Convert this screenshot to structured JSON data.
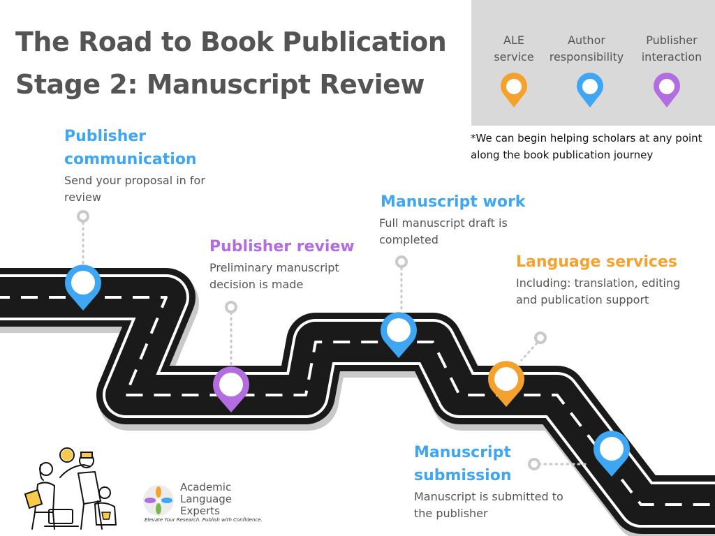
{
  "title": {
    "line1": "The Road to Book Publication",
    "line2": "Stage 2: Manuscript Review"
  },
  "legend": {
    "items": [
      {
        "label": "ALE\nservice",
        "color": "#f5a12e",
        "icon": "orange-pin-icon"
      },
      {
        "label": "Author\nresponsibility",
        "color": "#3ea6f3",
        "icon": "blue-pin-icon"
      },
      {
        "label": "Publisher\ninteraction",
        "color": "#b26ee0",
        "icon": "purple-pin-icon"
      }
    ],
    "background": "#d9d9d9"
  },
  "note": "*We can begin helping scholars at any point along the book publication journey",
  "stages": {
    "publisher_communication": {
      "title": "Publisher communication",
      "desc": "Send your proposal in for review",
      "color": "#3ea6f3"
    },
    "publisher_review": {
      "title": "Publisher review",
      "desc": "Preliminary manuscript decision is made",
      "color": "#b26ee0"
    },
    "manuscript_work": {
      "title": "Manuscript work",
      "desc": "Full manuscript draft is completed",
      "color": "#3ea6f3"
    },
    "language_services": {
      "title": "Language services",
      "desc": "Including: translation, editing and publication support",
      "color": "#f5a12e"
    },
    "manuscript_submission": {
      "title": "Manuscript submission",
      "desc": "Manuscript is submitted to the publisher",
      "color": "#3ea6f3"
    }
  },
  "logo": {
    "name": "Academic Language Experts",
    "tagline": "Elevate Your Research. Publish with Confidence."
  },
  "colors": {
    "title_text": "#545454",
    "road": "#1a1a1a",
    "road_edge": "#ffffff",
    "road_shadow": "#c9c9c9"
  }
}
